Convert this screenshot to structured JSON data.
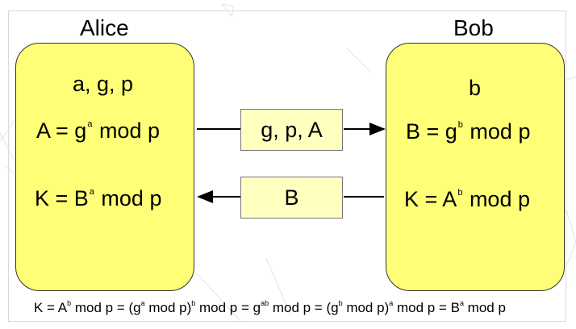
{
  "parties": {
    "alice": {
      "name": "Alice",
      "params": "a, g, p",
      "compute_public": {
        "base": "A = g",
        "exp": "a",
        "rest": " mod p"
      },
      "compute_key": {
        "base": "K = B",
        "exp": "a",
        "rest": " mod p"
      }
    },
    "bob": {
      "name": "Bob",
      "secret": "b",
      "compute_public": {
        "base": "B = g",
        "exp": "b",
        "rest": " mod p"
      },
      "compute_key": {
        "base": "K = A",
        "exp": "b",
        "rest": " mod p"
      }
    }
  },
  "messages": {
    "to_bob": "g, p, A",
    "to_alice": "B"
  },
  "formula": {
    "p1": "K = A",
    "e1": "b",
    "p2": " mod p = (g",
    "e2": "a",
    "p3": " mod p)",
    "e3": "b",
    "p4": " mod p = g",
    "e4": "ab",
    "p5": " mod p = (g",
    "e5": "b",
    "p6": " mod p)",
    "e6": "a",
    "p7": " mod p = B",
    "e7": "a",
    "p8": " mod p"
  },
  "colors": {
    "panel_fill": "#ffff77",
    "message_fill": "#ffffbf",
    "stroke": "#333333"
  }
}
